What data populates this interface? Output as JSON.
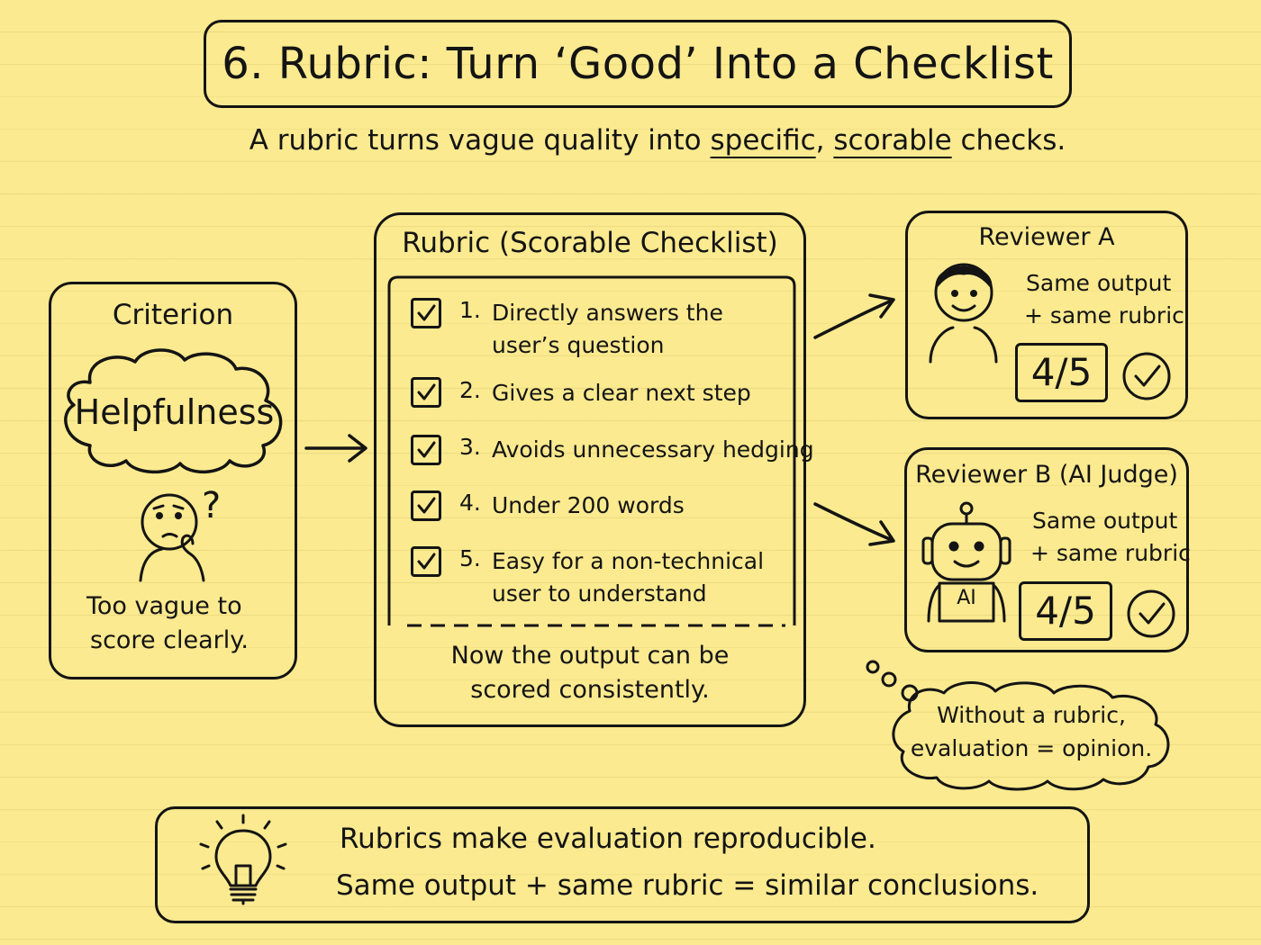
{
  "title": "6. Rubric: Turn ‘Good’ Into a Checklist",
  "subtitle": {
    "pre": "A rubric turns vague quality into ",
    "u1": "specific",
    "mid": ", ",
    "u2": "scorable",
    "post": " checks."
  },
  "criterion": {
    "title": "Criterion",
    "cloud_word": "Helpfulness",
    "note_line1": "Too vague to",
    "note_line2": "score clearly.",
    "icons": [
      "cloud-icon",
      "confused-person-icon",
      "question-mark-icon"
    ]
  },
  "rubric": {
    "title": "Rubric (Scorable Checklist)",
    "items": [
      {
        "num": "1.",
        "line1": "Directly answers the",
        "line2": "user’s question",
        "checked": true
      },
      {
        "num": "2.",
        "line1": "Gives a clear next step",
        "line2": "",
        "checked": true
      },
      {
        "num": "3.",
        "line1": "Avoids unnecessary hedging",
        "line2": "",
        "checked": true
      },
      {
        "num": "4.",
        "line1": "Under 200 words",
        "line2": "",
        "checked": true
      },
      {
        "num": "5.",
        "line1": "Easy for a non-technical",
        "line2": "user to understand",
        "checked": true
      }
    ],
    "footer_line1": "Now the output can be",
    "footer_line2": "scored consistently."
  },
  "reviewer_a": {
    "title": "Reviewer A",
    "line1": "Same output",
    "line2": "+ same rubric",
    "score": "4/5",
    "icons": [
      "person-icon",
      "check-circle-icon"
    ]
  },
  "reviewer_b": {
    "title": "Reviewer B (AI Judge)",
    "line1": "Same output",
    "line2": "+ same rubric",
    "score": "4/5",
    "robot_label": "AI",
    "icons": [
      "robot-icon",
      "check-circle-icon"
    ]
  },
  "thought": {
    "line1": "Without a rubric,",
    "line2": "evaluation = opinion."
  },
  "bottom": {
    "line1": "Rubrics make evaluation reproducible.",
    "line2": "Same output + same rubric = similar conclusions.",
    "icons": [
      "lightbulb-icon"
    ]
  },
  "colors": {
    "paper": "#fbea8f",
    "ink": "#141414"
  }
}
